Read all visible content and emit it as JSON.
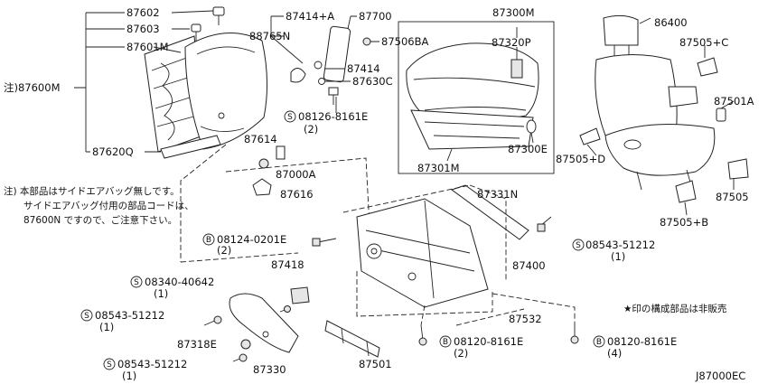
{
  "labels": {
    "p87602": "87602",
    "p87603": "87603",
    "p87601M": "87601M",
    "p87600M": "注)87600M",
    "p87620Q": "87620Q",
    "p87414A": "87414+A",
    "p87700": "87700",
    "p88765N": "88765N",
    "p87506BA": "87506BA",
    "p87414": "87414",
    "p87630C": "87630C",
    "p08126": "08126-8161E",
    "p08126q": "(2)",
    "p87614": "87614",
    "p87000A": "87000A",
    "p87616": "87616",
    "p87300M": "87300M",
    "p87320P": "87320P",
    "p87300E": "87300E",
    "p87301M": "87301M",
    "p86400": "86400",
    "p87505C": "87505+C",
    "p87501A": "87501A",
    "p87505D": "87505+D",
    "p87505": "87505",
    "p87505B": "87505+B",
    "p87331N": "87331N",
    "p08543a": "08543-51212",
    "p08543aq": "(1)",
    "p87400": "87400",
    "p08124": "08124-0201E",
    "p08124q": "(2)",
    "p87418": "87418",
    "p08340": "08340-40642",
    "p08340q": "(1)",
    "p08543b": "08543-51212",
    "p08543bq": "(1)",
    "p87318E": "87318E",
    "p08543c": "08543-51212",
    "p08543cq": "(1)",
    "p87330": "87330",
    "p87501": "87501",
    "p87532": "87532",
    "p08120a": "08120-8161E",
    "p08120aq": "(2)",
    "p08120b": "08120-8161E",
    "p08120bq": "(4)",
    "code": "J87000EC"
  },
  "circles": {
    "s": "S",
    "b": "B"
  },
  "notes": {
    "line1": "注) 本部品はサイドエアバッグ無しです。",
    "line2": "サイドエアバッグ付用の部品コードは、",
    "line3": "87600N ですので、ご注意下さい。",
    "legend": "★印の構成部品は非販売"
  }
}
